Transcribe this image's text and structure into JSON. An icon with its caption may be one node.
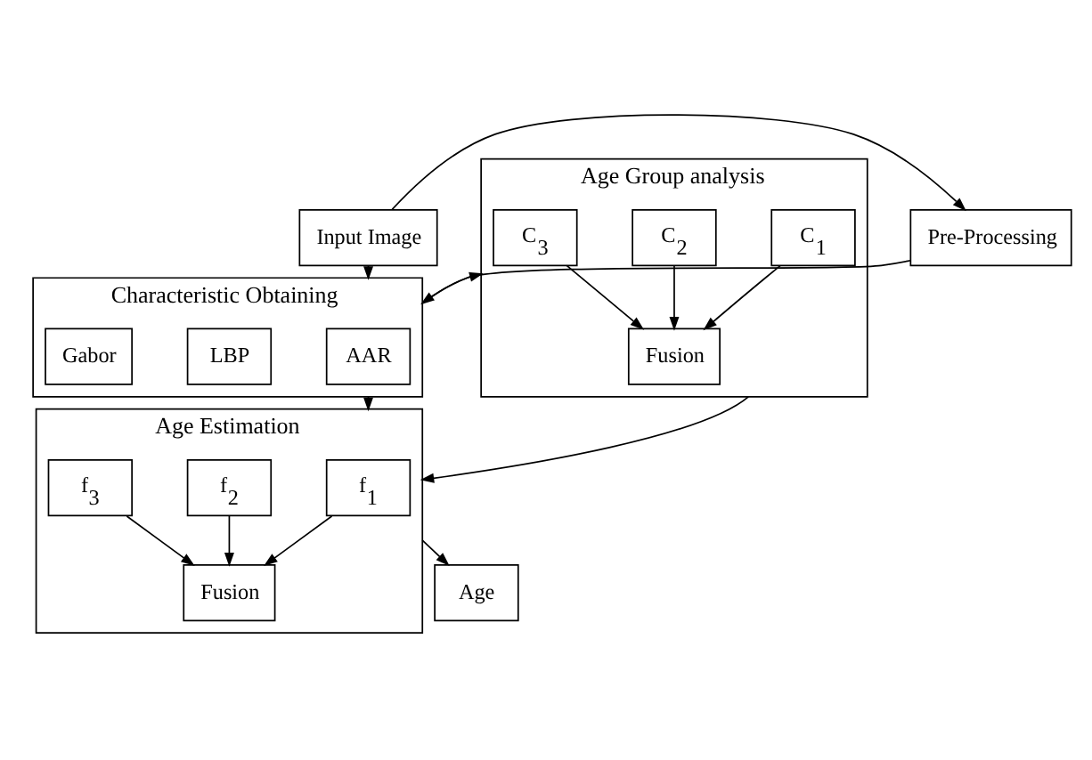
{
  "diagram": {
    "nodes": [
      {
        "text": [
          "Input Image"
        ]
      },
      {
        "text": [
          "Pre-Processing"
        ]
      },
      {
        "text": [
          "Characteristic Obtaining"
        ]
      },
      {
        "text": [
          "AAR"
        ],
        "in": 2
      },
      {
        "text": [
          "LBP"
        ],
        "in": 2
      },
      {
        "text": [
          "Gabor"
        ],
        "in": 2
      },
      {
        "text": [
          "Age Group analysis"
        ]
      },
      {
        "text": [
          "C$_{1}$"
        ],
        "in": 6
      },
      {
        "text": [
          "C$_{2}$"
        ],
        "in": 6
      },
      {
        "text": [
          "C$_{3}$"
        ],
        "in": 6
      },
      {
        "text": [
          "Fusion"
        ],
        "in": 6
      },
      {
        "text": [
          "Age Estimation"
        ]
      },
      {
        "text": [
          "f$_{1}$"
        ],
        "in": 11
      },
      {
        "text": [
          "f$_{2}$"
        ],
        "in": 11
      },
      {
        "text": [
          "f$_{3}$"
        ],
        "in": 11
      },
      {
        "text": [
          "Fusion"
        ],
        "in": 11
      },
      {
        "text": [
          "Age"
        ]
      }
    ],
    "edges": [
      {
        "from": 0,
        "to": 1,
        "arrow": "to"
      },
      {
        "from": 0,
        "to": 2,
        "arrow": "to"
      },
      {
        "from": 1,
        "to": 2,
        "arrow": "to"
      },
      {
        "from": 2,
        "to": 6,
        "arrow": "to"
      },
      {
        "from": 2,
        "to": 11,
        "arrow": "to"
      },
      {
        "from": 6,
        "to": 11,
        "arrow": "to"
      },
      {
        "from": 7,
        "to": 10,
        "arrow": "to"
      },
      {
        "from": 8,
        "to": 10,
        "arrow": "to"
      },
      {
        "from": 9,
        "to": 10,
        "arrow": "to"
      },
      {
        "from": 12,
        "to": 15,
        "arrow": "to"
      },
      {
        "from": 13,
        "to": 15,
        "arrow": "to"
      },
      {
        "from": 14,
        "to": 15,
        "arrow": "to"
      },
      {
        "from": 11,
        "to": 16,
        "arrow": "to"
      }
    ]
  }
}
